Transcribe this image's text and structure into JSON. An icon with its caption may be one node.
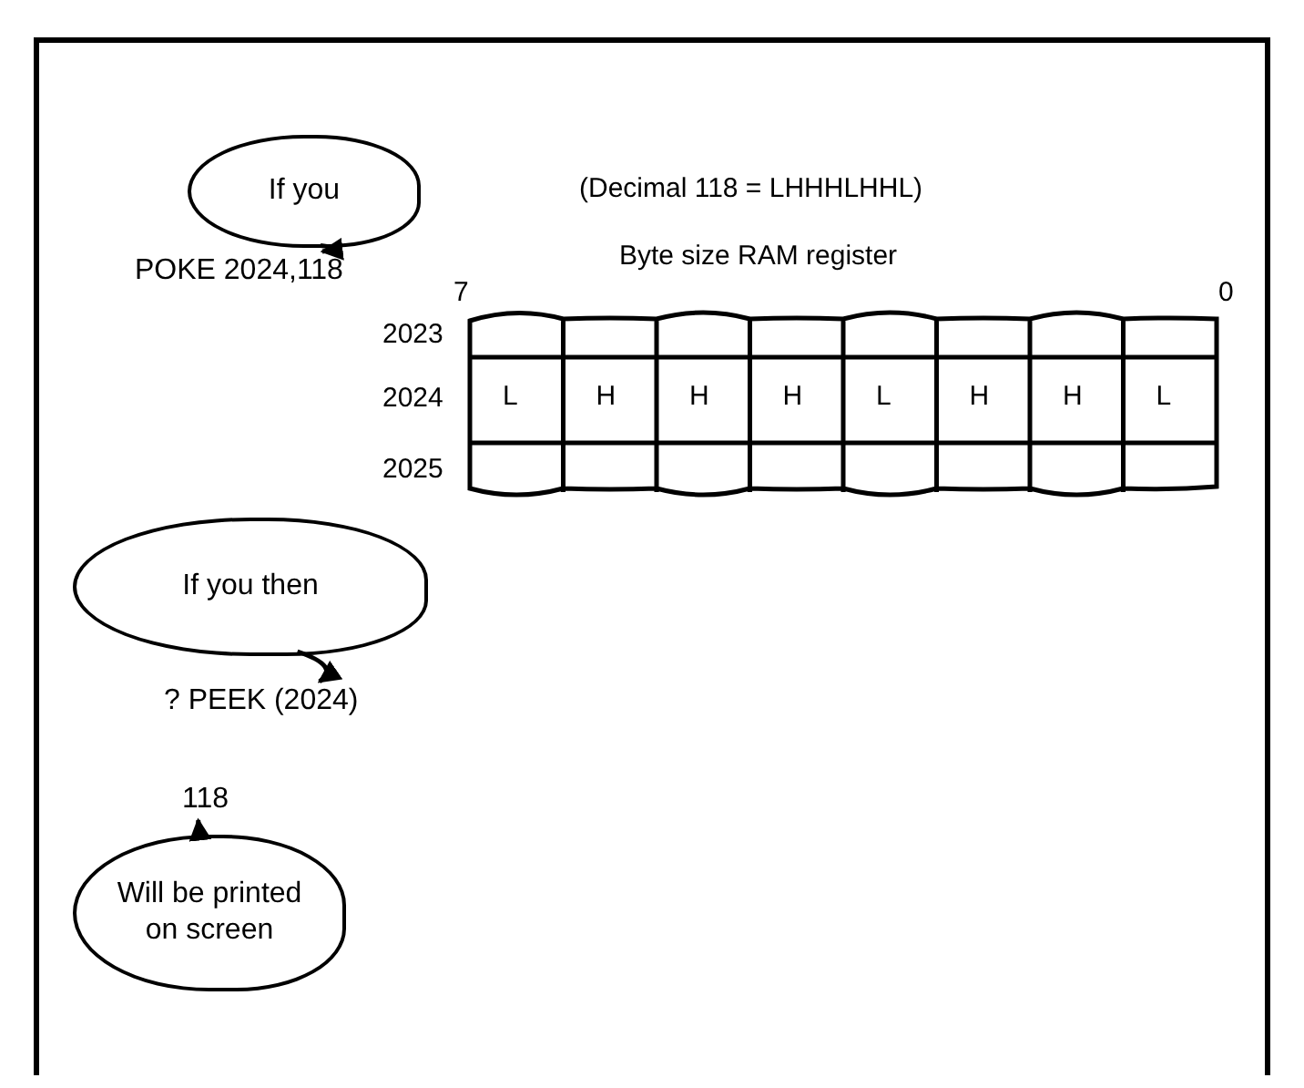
{
  "diagram": {
    "nodes": [
      {
        "text": [
          "If you"
        ]
      },
      {
        "text": [
          "POKE 2024,118"
        ]
      },
      {
        "text": [
          "If you then"
        ]
      },
      {
        "text": [
          "? PEEK (2024)"
        ]
      },
      {
        "text": [
          "Will be printed on screen"
        ]
      },
      {
        "text": [
          "118"
        ]
      }
    ],
    "edges": [
      {
        "from": 0,
        "to": 1,
        "arrow": "to"
      },
      {
        "from": 2,
        "to": 3,
        "arrow": "to"
      },
      {
        "from": 4,
        "to": 5,
        "arrow": "to"
      }
    ],
    "labels": [
      "(Decimal 118 = LHHHLHHL)",
      "Byte size RAM register",
      "7",
      "0",
      "2023",
      "2024",
      "L",
      "H",
      "H",
      "H",
      "L",
      "H",
      "H",
      "L",
      "2025"
    ]
  }
}
